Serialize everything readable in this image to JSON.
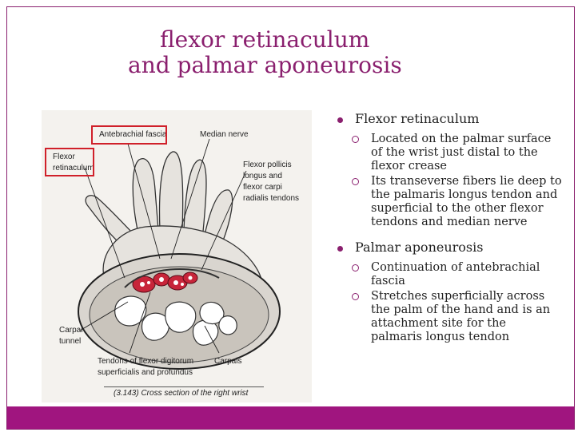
{
  "slide": {
    "title_line1": "flexor retinaculum",
    "title_line2": "and palmar aponeurosis"
  },
  "figure": {
    "labels": {
      "antebrachial_fascia": "Antebrachial fascia",
      "median_nerve": "Median nerve",
      "flexor": "Flexor",
      "retinaculum": "retinaculum",
      "flexor_pollicis_1": "Flexor pollicis",
      "flexor_pollicis_2": "longus and",
      "flexor_pollicis_3": "flexor carpi",
      "flexor_pollicis_4": "radialis tendons",
      "carpal": "Carpal",
      "tunnel": "tunnel",
      "tendons_1": "Tendons of flexor digitorum",
      "tendons_2": "superficialis and profundus",
      "carpals": "Carpals",
      "caption": "(3.143) Cross section of the right wrist"
    }
  },
  "bullets": [
    {
      "heading": "Flexor retinaculum",
      "items": [
        [
          "Located on the palmar surface",
          "of the wrist just distal to the",
          "flexor crease"
        ],
        [
          "Its transeverse fibers lie deep to",
          "the palmaris longus tendon and",
          "superficial to the other flexor",
          "tendons and median nerve"
        ]
      ]
    },
    {
      "heading": "Palmar aponeurosis",
      "items": [
        [
          "Continuation of antebrachial",
          "fascia"
        ],
        [
          "Stretches superficially across",
          "the palm of the hand and is an",
          "attachment site for the",
          "palmaris longus tendon"
        ]
      ]
    }
  ],
  "colors": {
    "accent": "#8a1f6e",
    "bar": "#a0157f",
    "highlight": "#d0202a"
  }
}
